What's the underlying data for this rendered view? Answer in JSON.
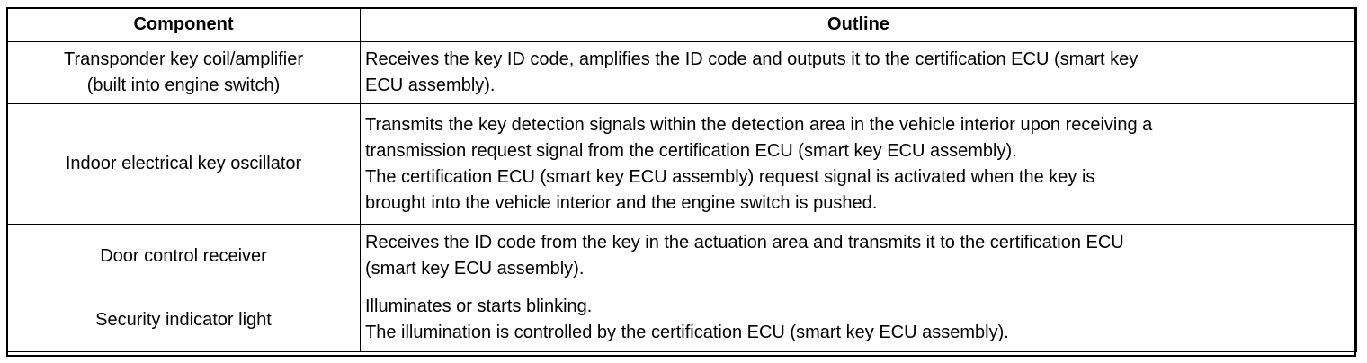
{
  "table": {
    "headers": {
      "component": "Component",
      "outline": "Outline"
    },
    "rows": [
      {
        "component": [
          "Transponder key coil/amplifier",
          "(built into engine switch)"
        ],
        "outline": [
          "Receives the key ID code, amplifies the ID code and outputs it to the certification ECU (smart key",
          "ECU assembly)."
        ]
      },
      {
        "component": [
          "Indoor electrical key oscillator"
        ],
        "outline": [
          "Transmits the key detection signals within the detection area in the vehicle interior upon receiving a",
          "transmission request signal from the certification ECU (smart key ECU assembly).",
          "The certification ECU (smart key ECU assembly) request signal is activated when the key is",
          "brought into the vehicle interior and the engine switch is pushed."
        ]
      },
      {
        "component": [
          "Door control receiver"
        ],
        "outline": [
          "Receives the ID code from the key in the actuation area and transmits it to the certification ECU",
          "(smart key ECU assembly)."
        ]
      },
      {
        "component": [
          "Security indicator light"
        ],
        "outline": [
          "Illuminates or starts blinking.",
          "The illumination is controlled by the certification ECU (smart key ECU assembly)."
        ]
      }
    ]
  }
}
